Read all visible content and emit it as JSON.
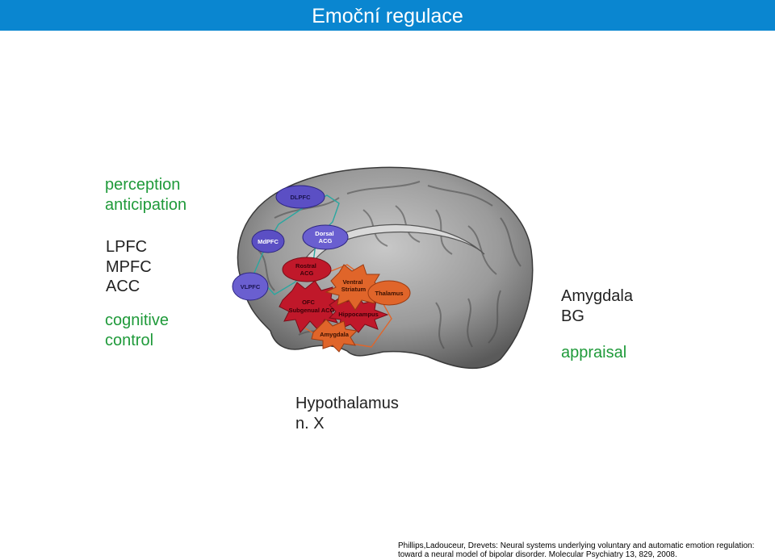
{
  "slide": {
    "title": "Emoční regulace"
  },
  "labels": {
    "perception": "perception\nanticipation",
    "pfc_regions": "LPFC\nMPFC\nACC",
    "cognitive_control": "cognitive\ncontrol",
    "amygdala_bg": "Amygdala\nBG",
    "appraisal": "appraisal",
    "hypothalamus": "Hypothalamus\nn. X"
  },
  "brain_regions": {
    "dlpfc": "DLPFC",
    "mdpfc": "MdPFC",
    "dorsal_acg": "Dorsal\nACG",
    "vlpfc": "VLPFC",
    "rostral_acg": "Rostral\nACG",
    "ofc": "OFC",
    "subgenual": "Subgenual ACG",
    "ventral_striatum": "Ventral\nStriatum",
    "thalamus": "Thalamus",
    "hippocampus": "Hippocampus",
    "amygdala": "Amygdala"
  },
  "colors": {
    "title_bar": "#0a86d0",
    "green_label": "#1f9a3a",
    "purple_region": "#5b4fc4",
    "red_region": "#c0182a",
    "orange_region": "#e0652a",
    "outline_teal": "#2aa7a0"
  },
  "citation": {
    "line1": "Phillips,Ladouceur, Drevets: Neural systems underlying voluntary and automatic emotion regulation:",
    "line2": "toward a neural model of bipolar disorder. Molecular Psychiatry 13, 829, 2008."
  }
}
